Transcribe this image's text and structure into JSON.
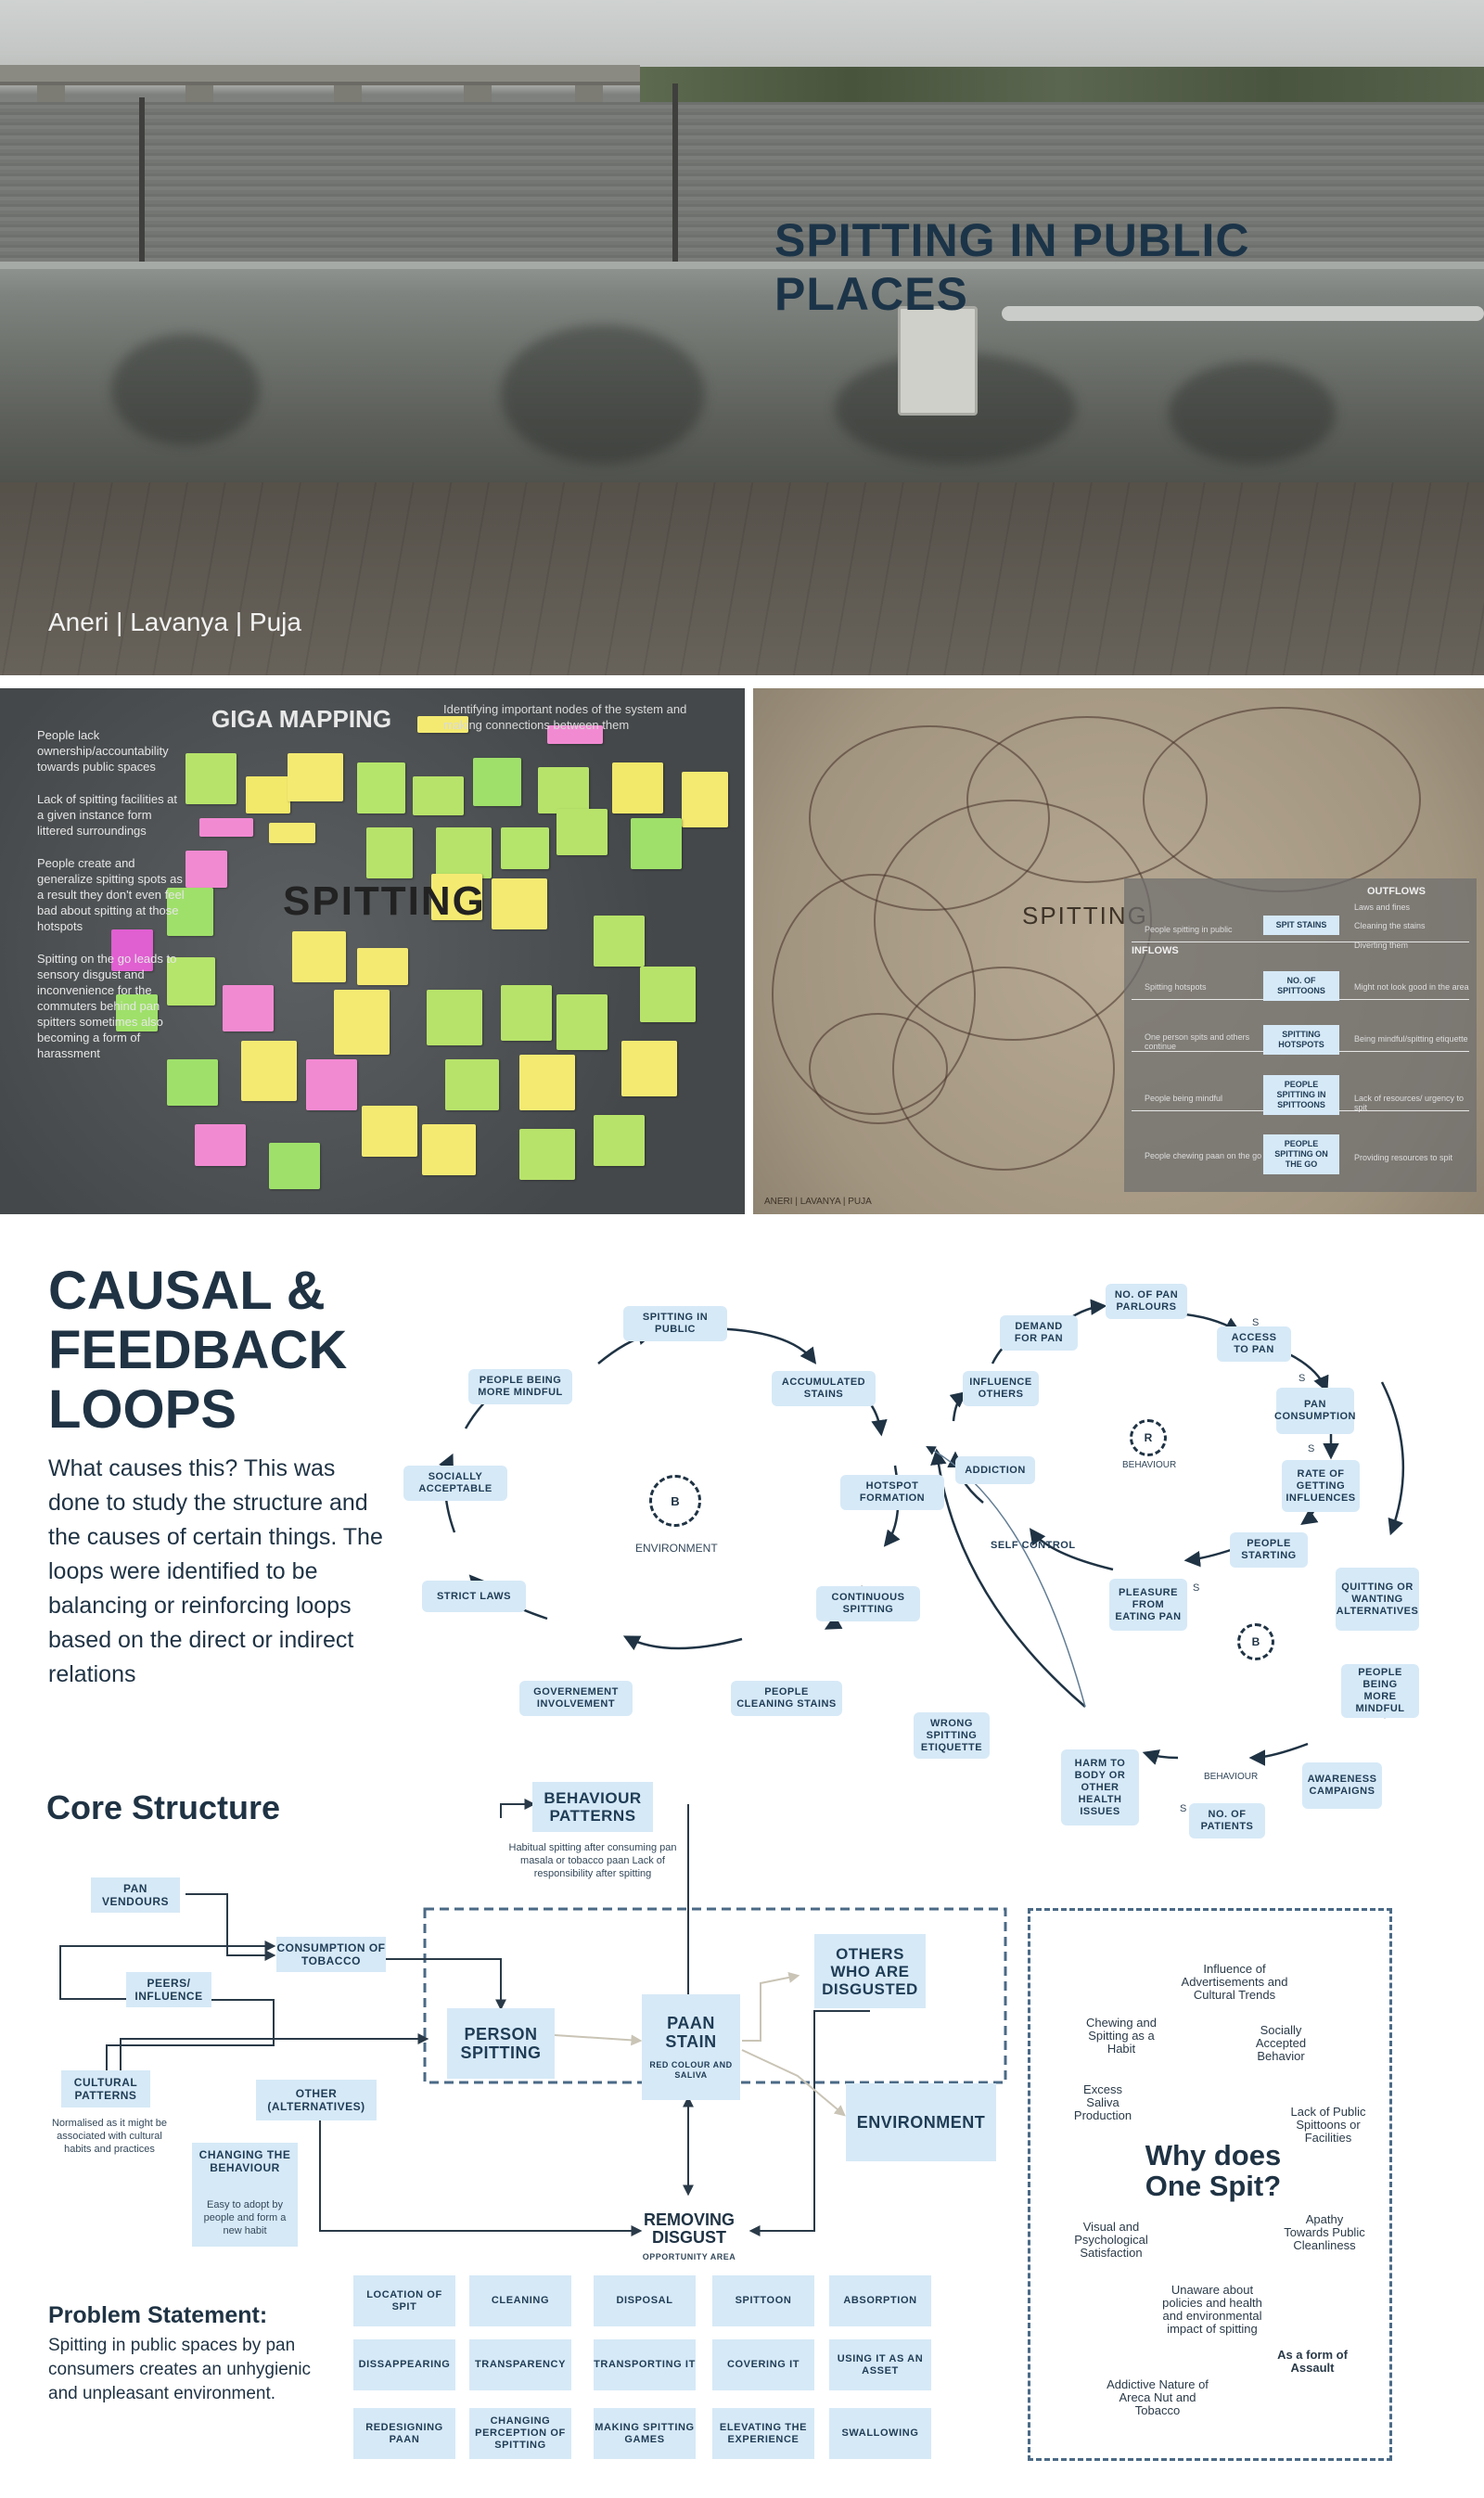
{
  "hero": {
    "title": "SPITTING IN PUBLIC PLACES",
    "authors": "Aneri | Lavanya | Puja"
  },
  "giga": {
    "title": "GIGA MAPPING",
    "subtitle": "Identifying important nodes of the system and making connections between them",
    "notes": [
      "People lack ownership/accountability towards public spaces",
      "Lack of spitting facilities at a given instance form littered surroundings",
      "People create and generalize spitting spots as a result they don't even feel bad about spitting at those hotspots",
      "Spitting on the go leads to sensory disgust and inconvenience for the commuters behind pan spitters sometimes also becoming a form of harassment"
    ],
    "center_word": "SPITTING"
  },
  "sysmap": {
    "center_word": "SPITTING",
    "credit": "ANERI | LAVANYA | PUJA",
    "outflows_label": "OUTFLOWS",
    "inflows_label": "INFLOWS",
    "stocks": [
      "SPIT STAINS",
      "NO. OF SPITTOONS",
      "SPITTING HOTSPOTS",
      "PEOPLE SPITTING IN SPITTOONS",
      "PEOPLE SPITTING ON THE GO"
    ],
    "inflows": [
      "People spitting in public",
      "Spitting hotspots",
      "One person spits and others continue",
      "People being mindful",
      "People chewing paan on the go"
    ],
    "outflows": [
      "Laws and fines",
      "Cleaning the stains",
      "Diverting them",
      "Might not look good in the area",
      "Being mindful/spitting etiquette",
      "Lack of resources/ urgency to spit",
      "Providing resources to spit"
    ]
  },
  "causal": {
    "title_lines": [
      "CAUSAL &",
      "FEEDBACK",
      "LOOPS"
    ],
    "body": "What causes this? This was done to study the structure and the causes of certain things. The loops were identified to be balancing or reinforcing loops based on the direct or indirect relations",
    "loop1": {
      "nodes": [
        "SPITTING IN PUBLIC",
        "ACCUMULATED STAINS",
        "HOTSPOT FORMATION",
        "CONTINUOUS SPITTING",
        "PEOPLE CLEANING STAINS",
        "GOVERNEMENT INVOLVEMENT",
        "STRICT LAWS",
        "SOCIALLY ACCEPTABLE",
        "PEOPLE BEING MORE MINDFUL"
      ],
      "symbol": "B",
      "label": "ENVIRONMENT"
    },
    "loop2": {
      "nodes": [
        "NO. OF PAN PARLOURS",
        "ACCESS TO PAN",
        "PAN CONSUMPTION",
        "RATE OF GETTING INFLUENCES",
        "PEOPLE STARTING",
        "PLEASURE FROM EATING PAN",
        "SELF CONTROL",
        "ADDICTION",
        "INFLUENCE OTHERS",
        "DEMAND FOR PAN",
        "QUITTING OR WANTING ALTERNATIVES",
        "PEOPLE BEING MORE MINDFUL",
        "AWARENESS CAMPAIGNS",
        "NO. OF PATIENTS",
        "HARM TO BODY OR OTHER HEALTH ISSUES",
        "WRONG SPITTING ETIQUETTE"
      ],
      "symbol_r": "R",
      "symbol_b": "B",
      "label_r": "BEHAVIOUR",
      "label_b": "BEHAVIOUR"
    },
    "polarity": "S"
  },
  "core": {
    "title": "Core Structure",
    "behaviour_patterns": "BEHAVIOUR PATTERNS",
    "behaviour_note": "Habitual spitting after consuming pan masala or tobacco paan Lack of responsibility after spitting",
    "pan_vendours": "PAN VENDOURS",
    "consumption": "CONSUMPTION OF TOBACCO",
    "peers": "PEERS/ INFLUENCE",
    "cultural": "CULTURAL PATTERNS",
    "cultural_note": "Normalised as it might be associated with cultural habits and practices",
    "other": "OTHER (ALTERNATIVES)",
    "changing": "CHANGING THE BEHAVIOUR",
    "changing_note": "Easy to adopt by people and form a new habit",
    "person": "PERSON SPITTING",
    "paan_stain": "PAAN STAIN",
    "paan_stain_note": "RED COLOUR AND SALIVA",
    "others_disgusted": "OTHERS WHO ARE DISGUSTED",
    "environment": "ENVIRONMENT",
    "removing": "REMOVING DISGUST",
    "opportunity": "OPPORTUNITY AREA",
    "opportunities": [
      [
        "LOCATION OF SPIT",
        "CLEANING",
        "DISPOSAL",
        "SPITTOON",
        "ABSORPTION"
      ],
      [
        "DISSAPPEARING",
        "TRANSPARENCY",
        "TRANSPORTING IT",
        "COVERING IT",
        "USING IT AS AN ASSET"
      ],
      [
        "REDESIGNING PAAN",
        "CHANGING PERCEPTION OF SPITTING",
        "MAKING SPITTING GAMES",
        "ELEVATING THE EXPERIENCE",
        "SWALLOWING"
      ]
    ]
  },
  "problem": {
    "title": "Problem Statement:",
    "body": "Spitting in public spaces by pan consumers creates an unhygienic and unpleasant environment."
  },
  "why": {
    "center": "Why does One Spit?",
    "items": [
      "Influence of Advertisements and Cultural Trends",
      "Chewing and Spitting as a Habit",
      "Socially Accepted Behavior",
      "Excess Saliva Production",
      "Lack of Public Spittoons or Facilities",
      "Visual and Psychological Satisfaction",
      "Apathy Towards Public Cleanliness",
      "Unaware about policies and health and environmental impact of spitting",
      "As a form of Assault",
      "Addictive Nature of Areca Nut and Tobacco"
    ]
  }
}
